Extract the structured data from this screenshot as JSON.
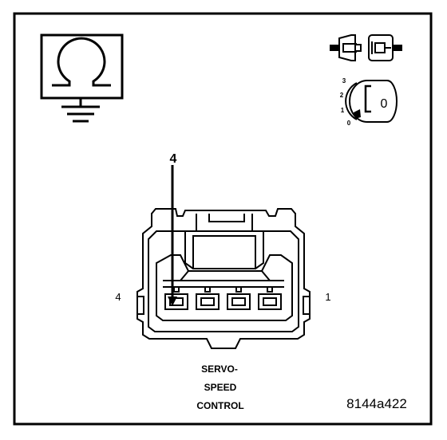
{
  "diagram": {
    "ohmmeter_icon": "ohmmeter-ground-icon",
    "connector_icon": "disconnected-connector-icon",
    "ignition_icon": "ignition-switch-off-icon",
    "ignition_positions": [
      "3",
      "2",
      "1",
      "0"
    ],
    "ignition_key_label": "0",
    "pin_callout": "4",
    "left_pin_label": "4",
    "right_pin_label": "1",
    "connector_name": [
      "SERVO-",
      "SPEED",
      "CONTROL"
    ],
    "figure_id": "8144a422"
  }
}
